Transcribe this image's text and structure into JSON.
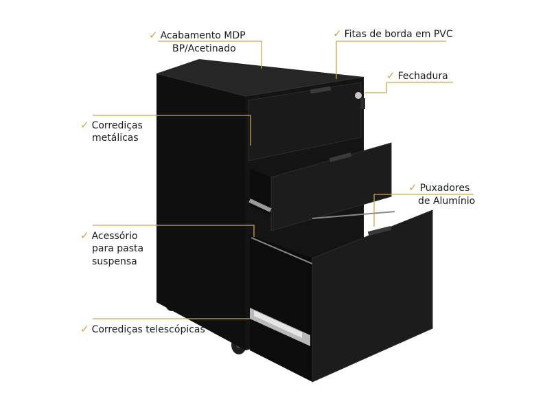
{
  "accent_color": "#c9a64a",
  "cabinet_color": "#141414",
  "check_icon": "check-icon",
  "labels": {
    "acabamento": {
      "line1": "Acabamento MDP",
      "line2": "BP/Acetinado"
    },
    "fitas": {
      "line1": "Fitas de borda em PVC"
    },
    "fechadura": {
      "line1": "Fechadura"
    },
    "corredicas": {
      "line1": "Corrediças",
      "line2": "metálicas"
    },
    "puxadores": {
      "line1": "Puxadores",
      "line2": "de Alumínio"
    },
    "acessorio": {
      "line1": "Acessório",
      "line2": "para pasta",
      "line3": "suspensa"
    },
    "telescopicas": {
      "line1": "Corrediças telescópicas"
    }
  }
}
